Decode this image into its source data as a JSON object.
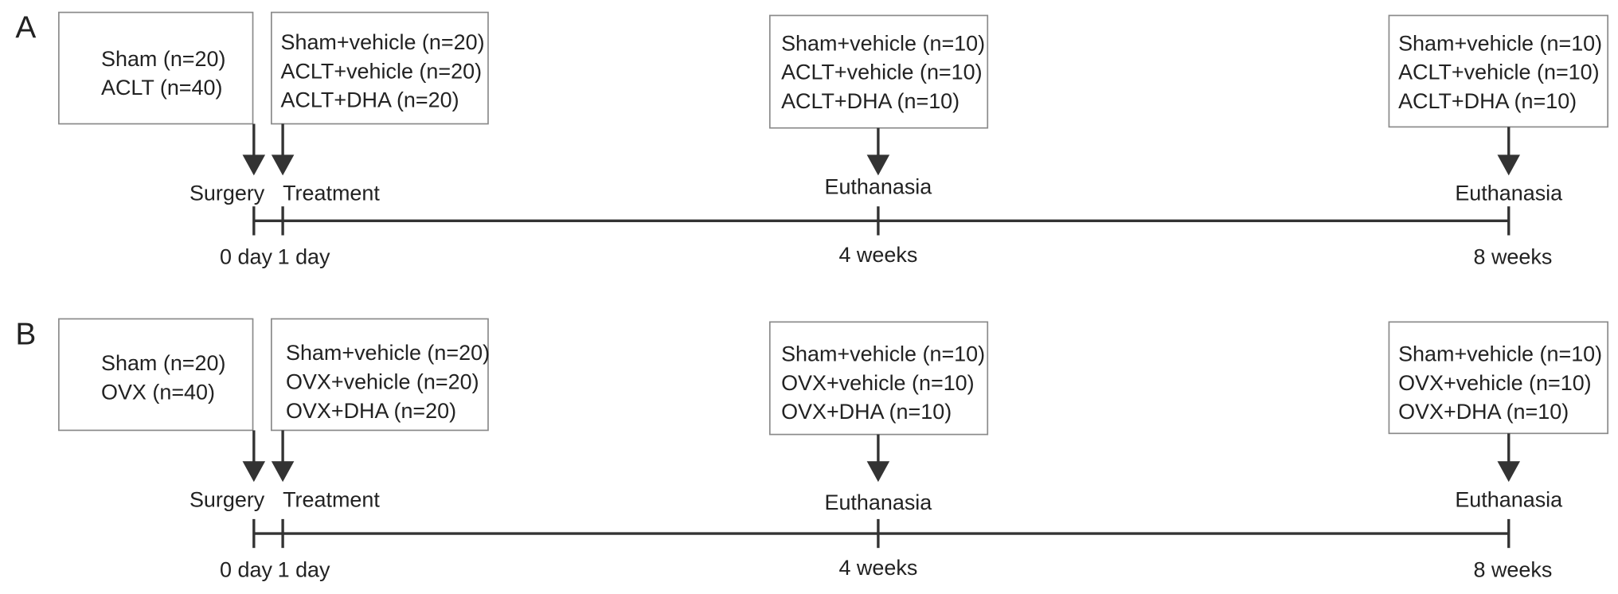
{
  "panels": [
    {
      "label": "A",
      "surgery_box": [
        "Sham (n=20)",
        "ACLT (n=40)"
      ],
      "treatment_box": [
        "Sham+vehicle (n=20)",
        "ACLT+vehicle (n=20)",
        "ACLT+DHA (n=20)"
      ],
      "week4_box": [
        "Sham+vehicle (n=10)",
        "ACLT+vehicle (n=10)",
        "ACLT+DHA (n=10)"
      ],
      "week8_box": [
        "Sham+vehicle (n=10)",
        "ACLT+vehicle (n=10)",
        "ACLT+DHA (n=10)"
      ],
      "events": {
        "surgery": "Surgery",
        "treatment": "Treatment",
        "euthanasia_4": "Euthanasia",
        "euthanasia_8": "Euthanasia"
      },
      "timepoints": {
        "day0": "0 day",
        "day1": "1 day",
        "week4": "4 weeks",
        "week8": "8 weeks"
      }
    },
    {
      "label": "B",
      "surgery_box": [
        "Sham (n=20)",
        "OVX (n=40)"
      ],
      "treatment_box": [
        "Sham+vehicle (n=20)",
        "OVX+vehicle (n=20)",
        "OVX+DHA (n=20)"
      ],
      "week4_box": [
        "Sham+vehicle (n=10)",
        "OVX+vehicle (n=10)",
        "OVX+DHA (n=10)"
      ],
      "week8_box": [
        "Sham+vehicle (n=10)",
        "OVX+vehicle (n=10)",
        "OVX+DHA (n=10)"
      ],
      "events": {
        "surgery": "Surgery",
        "treatment": "Treatment",
        "euthanasia_4": "Euthanasia",
        "euthanasia_8": "Euthanasia"
      },
      "timepoints": {
        "day0": "0 day",
        "day1": "1 day",
        "week4": "4 weeks",
        "week8": "8 weeks"
      }
    }
  ]
}
